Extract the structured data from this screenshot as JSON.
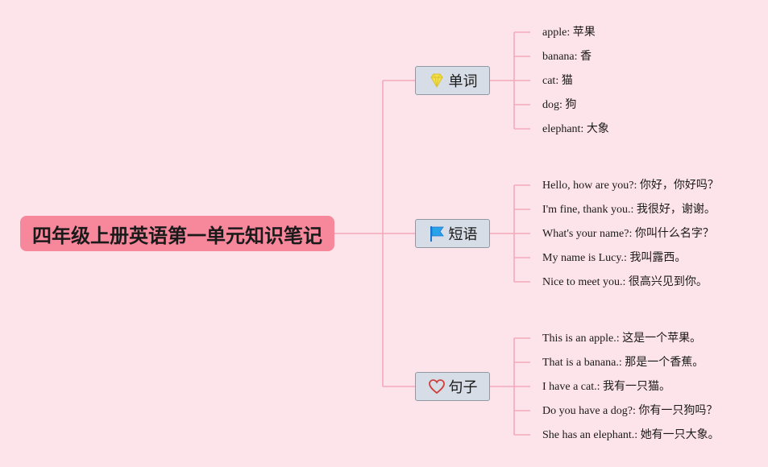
{
  "colors": {
    "background": "#fde3ea",
    "root_fill": "#f7879b",
    "branch_fill": "#d6dde6",
    "branch_border": "#8f98a3",
    "connector": "#f2a9bb"
  },
  "root": {
    "label": "四年级上册英语第一单元知识笔记"
  },
  "branches": [
    {
      "label": "单词",
      "icon": "diamond-icon",
      "items": [
        {
          "en": "apple:",
          "zh": "苹果"
        },
        {
          "en": "banana:",
          "zh": "香"
        },
        {
          "en": "cat:",
          "zh": "猫"
        },
        {
          "en": "dog:",
          "zh": "狗"
        },
        {
          "en": "elephant:",
          "zh": "大象"
        }
      ]
    },
    {
      "label": "短语",
      "icon": "flag-icon",
      "items": [
        {
          "en": "Hello, how are you?:",
          "zh": "你好，你好吗？"
        },
        {
          "en": "I'm fine, thank you.:",
          "zh": "我很好，谢谢。"
        },
        {
          "en": "What's your name?:",
          "zh": "你叫什么名字？"
        },
        {
          "en": "My name is Lucy.:",
          "zh": "我叫露西。"
        },
        {
          "en": "Nice to meet you.:",
          "zh": "很高兴见到你。"
        }
      ]
    },
    {
      "label": "句子",
      "icon": "heart-icon",
      "items": [
        {
          "en": "This is an apple.:",
          "zh": "这是一个苹果。"
        },
        {
          "en": "That is a banana.:",
          "zh": "那是一个香蕉。"
        },
        {
          "en": "I have a cat.:",
          "zh": "我有一只猫。"
        },
        {
          "en": "Do you have a dog?:",
          "zh": "你有一只狗吗？"
        },
        {
          "en": "She has an elephant.:",
          "zh": "她有一只大象。"
        }
      ]
    }
  ]
}
